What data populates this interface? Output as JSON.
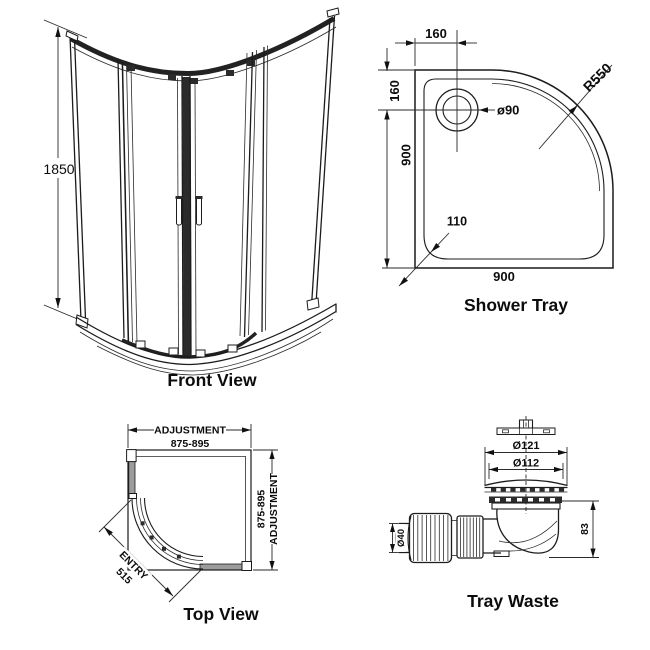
{
  "front_view": {
    "label": "Front View",
    "height": "1850"
  },
  "shower_tray": {
    "label": "Shower Tray",
    "top_offset": "160",
    "side_offset": "160",
    "depth": "900",
    "width": "900",
    "drain": "ø90",
    "radius": "R550",
    "inner_radius": "110"
  },
  "top_view": {
    "label": "Top View",
    "width_adj_label": "ADJUSTMENT",
    "width_adj_value": "875-895",
    "depth_adj_value": "875-895",
    "depth_adj_label": "ADJUSTMENT",
    "entry_label": "ENTRY",
    "entry_value": "515"
  },
  "tray_waste": {
    "label": "Tray Waste",
    "flange_dia": "Ø121",
    "dome_dia": "Ø112",
    "pipe_dia": "Ø40",
    "height": "83"
  },
  "colors": {
    "line": "#1c1c1c",
    "background": "#ffffff"
  }
}
